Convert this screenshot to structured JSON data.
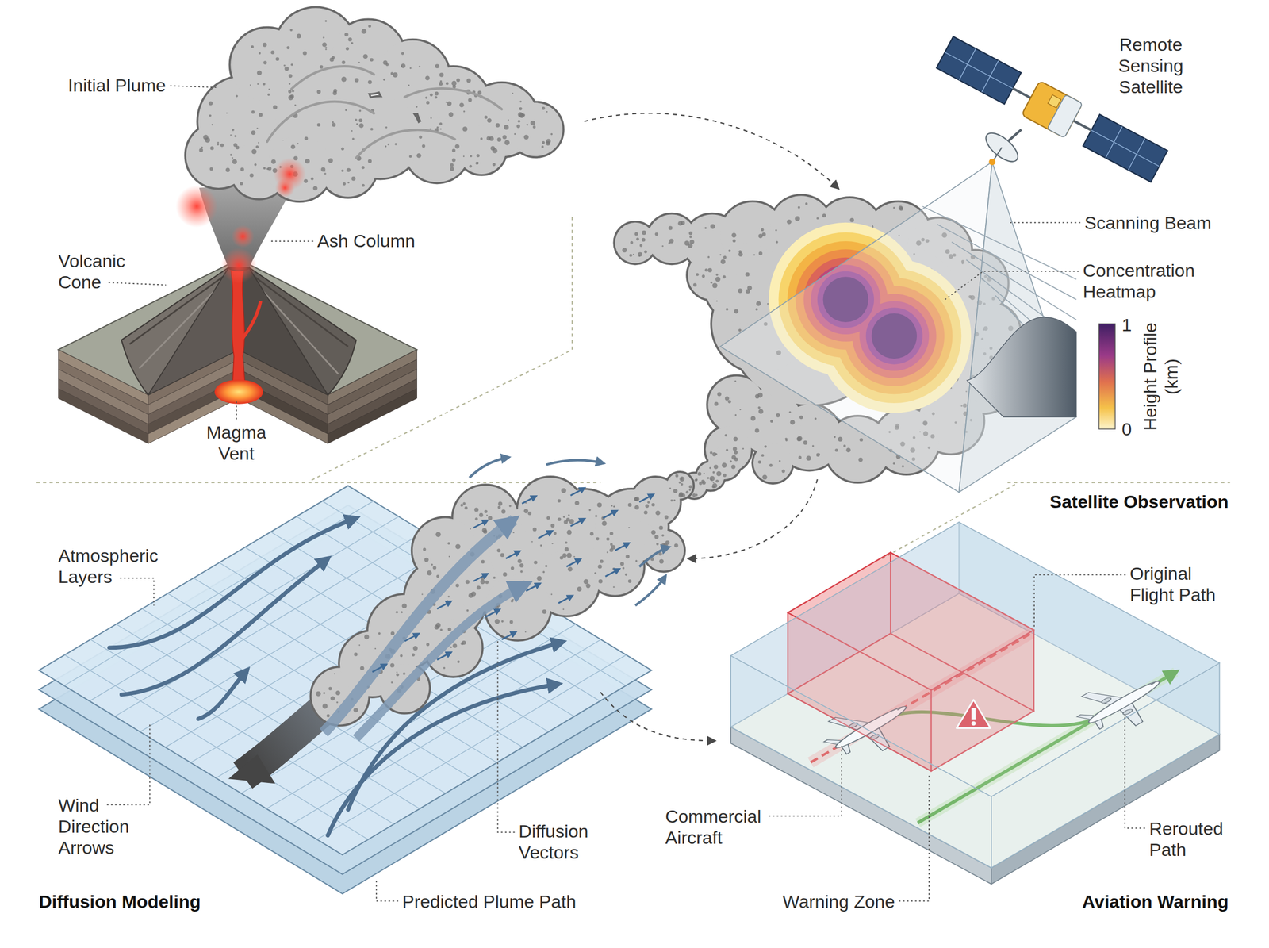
{
  "diagram": {
    "labels": [
      "Initial Plume",
      "Remote Sensing Satellite",
      "Ash Column",
      "Scanning Beam",
      "Volcanic Cone",
      "Concentration Heatmap",
      "Magma Vent",
      "1",
      "Height Profile (km)",
      "0",
      "Satellite Observation",
      "Atmospheric Layers",
      "Original Flight Path",
      "Wind Direction Arrows",
      "Commercial Aircraft",
      "Diffusion Vectors",
      "Rerouted Path",
      "Diffusion Modeling",
      "Predicted Plume Path",
      "Warning Zone",
      "Aviation Warning"
    ]
  }
}
